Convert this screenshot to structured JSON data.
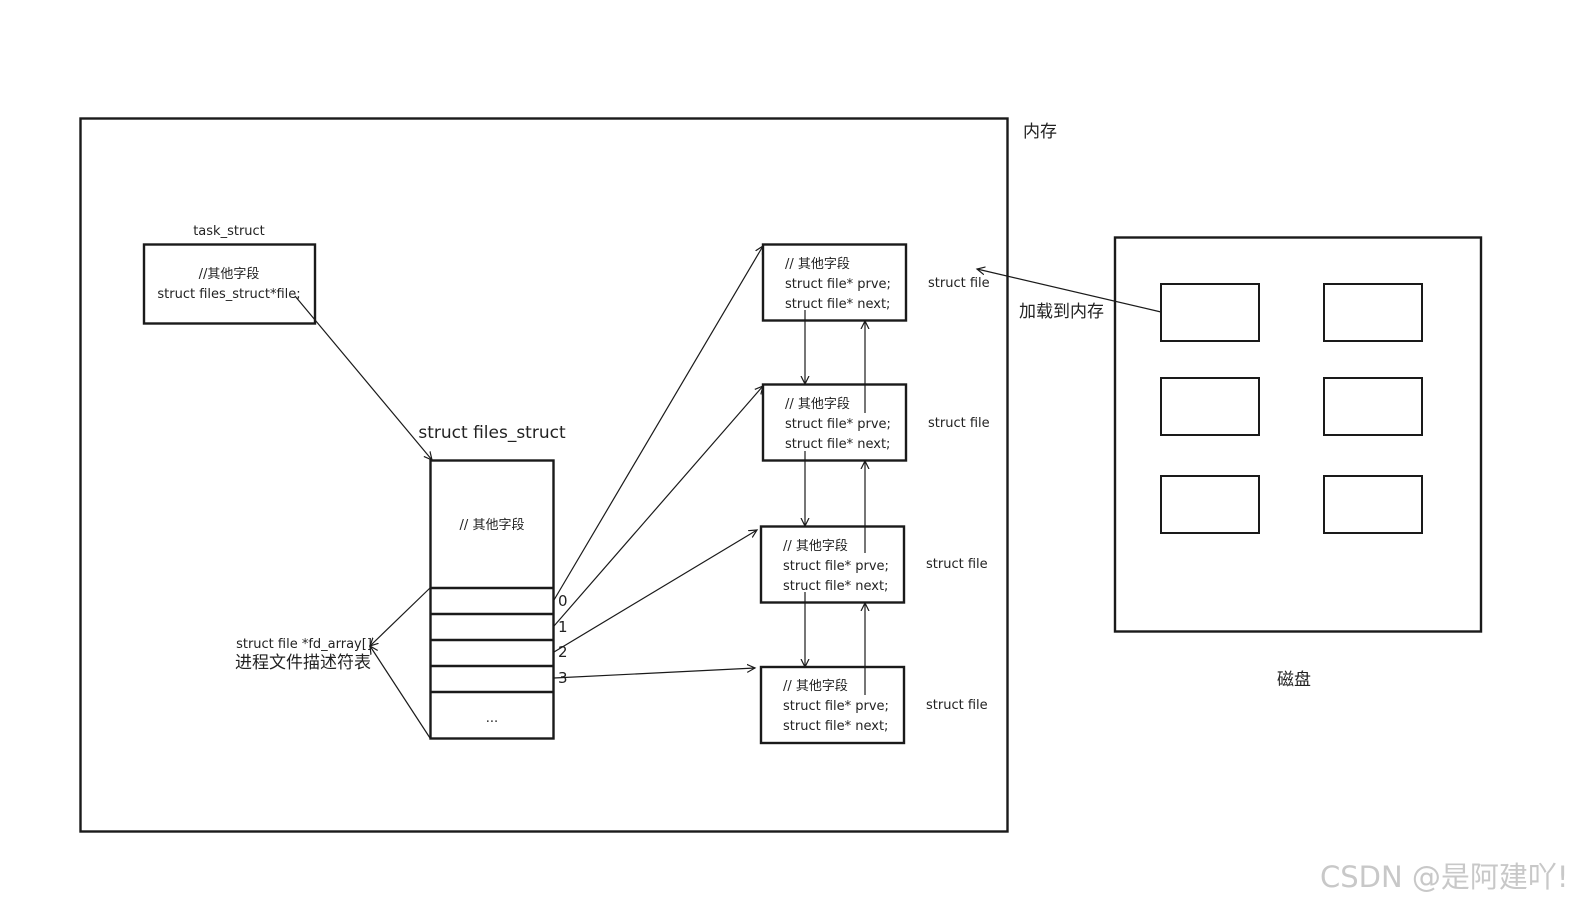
{
  "memory": {
    "label": "内存"
  },
  "disk": {
    "label": "磁盘",
    "load_label": "加载到内存"
  },
  "task_struct": {
    "title": "task_struct",
    "line1": "//其他字段",
    "line2": "struct files_struct*file;"
  },
  "files_struct": {
    "title": "struct files_struct",
    "other_fields": "// 其他字段",
    "ellipsis": "...",
    "indices": [
      "0",
      "1",
      "2",
      "3"
    ]
  },
  "fd_array": {
    "line1": "struct file *fd_array[]",
    "line2": "进程文件描述符表"
  },
  "file_nodes": [
    {
      "other": "// 其他字段",
      "prev": "struct file* prve;",
      "next": "struct file* next;",
      "label": "struct file"
    },
    {
      "other": "// 其他字段",
      "prev": "struct file* prve;",
      "next": "struct file* next;",
      "label": "struct file"
    },
    {
      "other": "// 其他字段",
      "prev": "struct file* prve;",
      "next": "struct file* next;",
      "label": "struct file"
    },
    {
      "other": "// 其他字段",
      "prev": "struct file* prve;",
      "next": "struct file* next;",
      "label": "struct file"
    }
  ],
  "watermark": "CSDN @是阿建吖!"
}
